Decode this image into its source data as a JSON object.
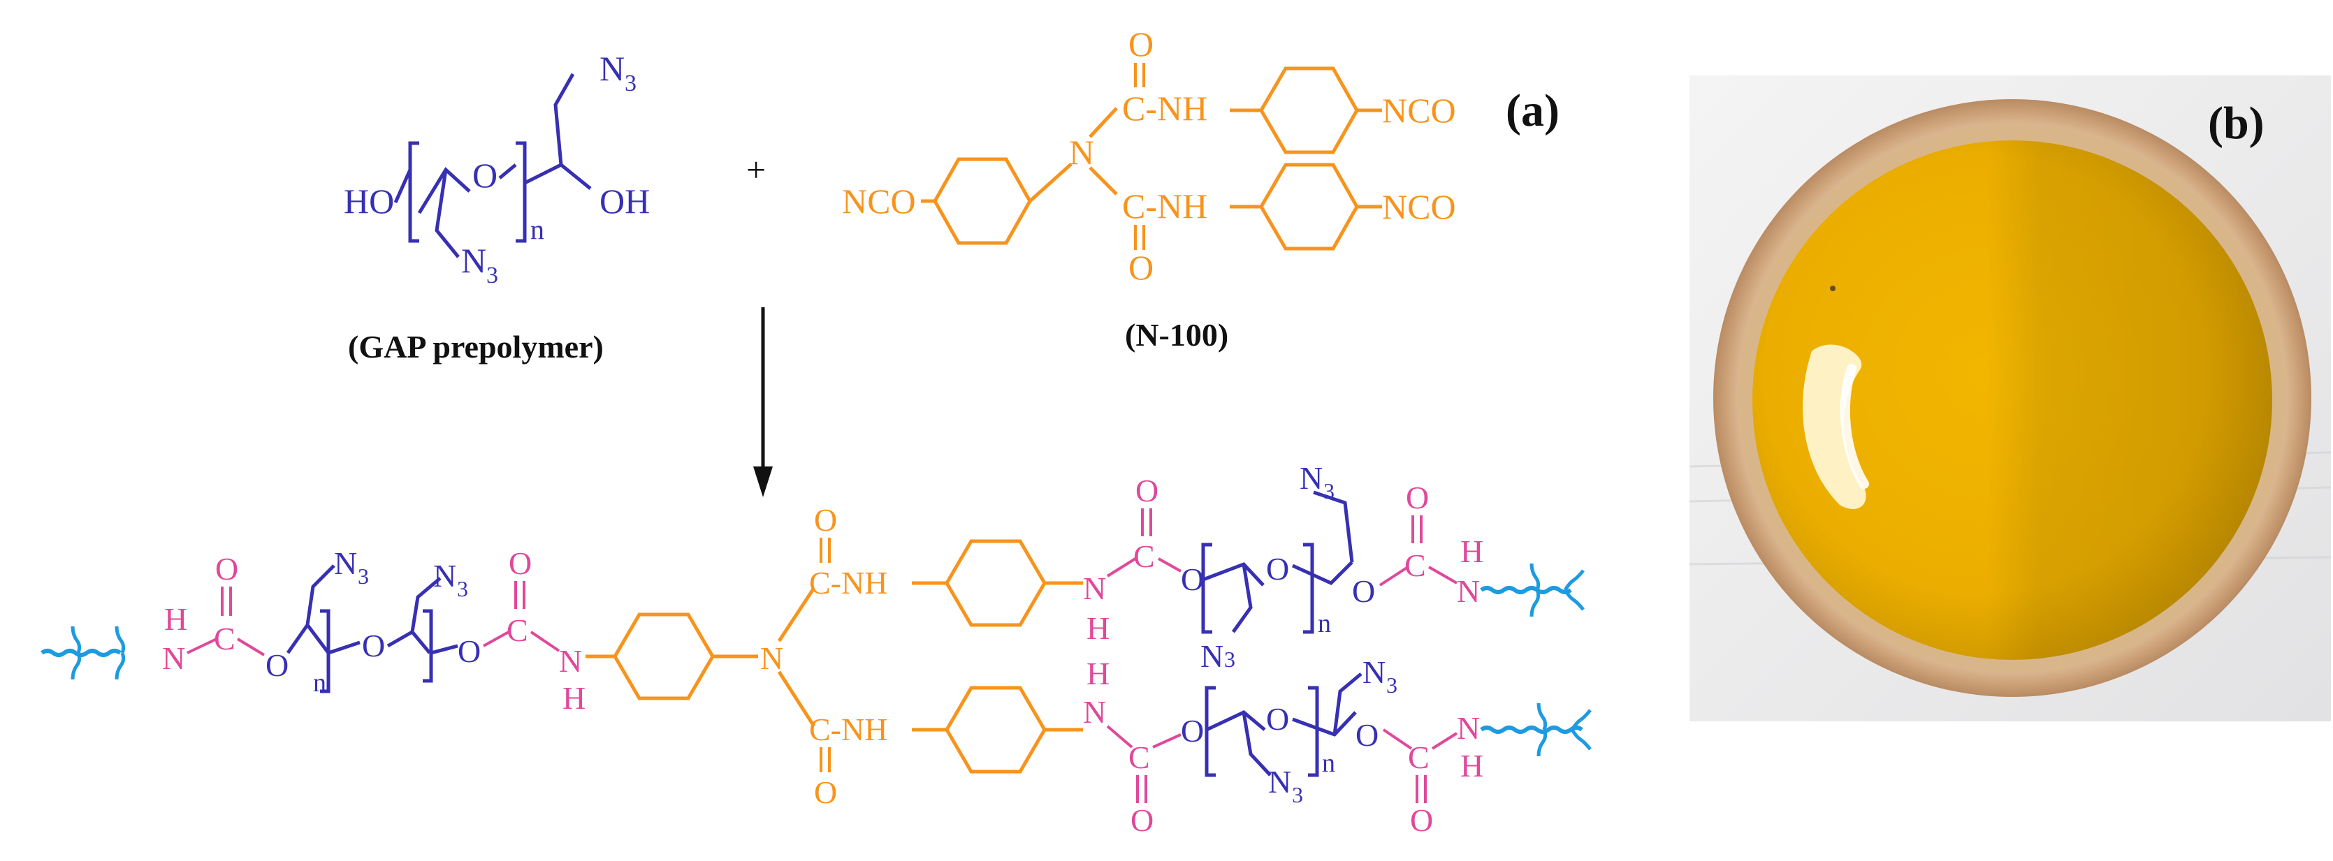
{
  "panel_a": {
    "label": "(a)",
    "gap_caption": "(GAP prepolymer)",
    "n100_caption": "(N-100)",
    "plus_sign": "+",
    "atoms": {
      "ho": "HO",
      "oh": "OH",
      "o": "O",
      "n": "n",
      "n_atom": "N",
      "n3": "N",
      "sub3": "3",
      "nco": "NCO",
      "nco_left": "NCO",
      "c_dash_nh": "C-NH",
      "c": "C",
      "nh": "NH",
      "h": "H",
      "dash": "-"
    }
  },
  "panel_b": {
    "label": "(b)"
  },
  "colors": {
    "gap_blue": "#3730b3",
    "n100_orange": "#f7941d",
    "urethane_pink": "#e0489a",
    "network_blue": "#1e9be0",
    "cured_yellow": "#f0b800",
    "dish_rim": "#d7b58e"
  }
}
